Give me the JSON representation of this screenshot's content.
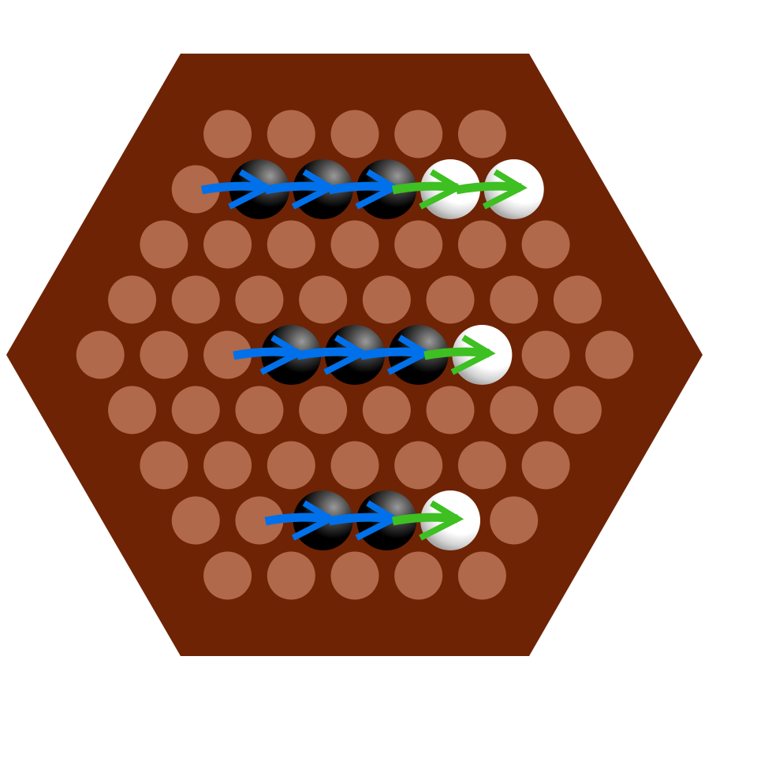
{
  "colors": {
    "board": "#6e2305",
    "hole": "#b0694a",
    "background": "#ffffff",
    "push_arrow": "#0071eb",
    "pushed_arrow": "#3ebf22"
  },
  "board": {
    "row_lengths": [
      5,
      6,
      7,
      8,
      9,
      8,
      7,
      6,
      5
    ]
  },
  "marbles": [
    {
      "row": 1,
      "col": 1,
      "color": "black"
    },
    {
      "row": 1,
      "col": 2,
      "color": "black"
    },
    {
      "row": 1,
      "col": 3,
      "color": "black"
    },
    {
      "row": 1,
      "col": 4,
      "color": "white"
    },
    {
      "row": 1,
      "col": 5,
      "color": "white"
    },
    {
      "row": 4,
      "col": 3,
      "color": "black"
    },
    {
      "row": 4,
      "col": 4,
      "color": "black"
    },
    {
      "row": 4,
      "col": 5,
      "color": "black"
    },
    {
      "row": 4,
      "col": 6,
      "color": "white"
    },
    {
      "row": 7,
      "col": 2,
      "color": "black"
    },
    {
      "row": 7,
      "col": 3,
      "color": "black"
    },
    {
      "row": 7,
      "col": 4,
      "color": "white"
    }
  ],
  "moves": [
    {
      "row": 1,
      "to_col": 1,
      "kind": "push"
    },
    {
      "row": 1,
      "to_col": 2,
      "kind": "push"
    },
    {
      "row": 1,
      "to_col": 3,
      "kind": "push"
    },
    {
      "row": 1,
      "to_col": 4,
      "kind": "pushed"
    },
    {
      "row": 1,
      "to_col": 5,
      "kind": "pushed"
    },
    {
      "row": 4,
      "to_col": 3,
      "kind": "push"
    },
    {
      "row": 4,
      "to_col": 4,
      "kind": "push"
    },
    {
      "row": 4,
      "to_col": 5,
      "kind": "push"
    },
    {
      "row": 4,
      "to_col": 6,
      "kind": "pushed"
    },
    {
      "row": 7,
      "to_col": 2,
      "kind": "push"
    },
    {
      "row": 7,
      "to_col": 3,
      "kind": "push"
    },
    {
      "row": 7,
      "to_col": 4,
      "kind": "pushed"
    }
  ]
}
